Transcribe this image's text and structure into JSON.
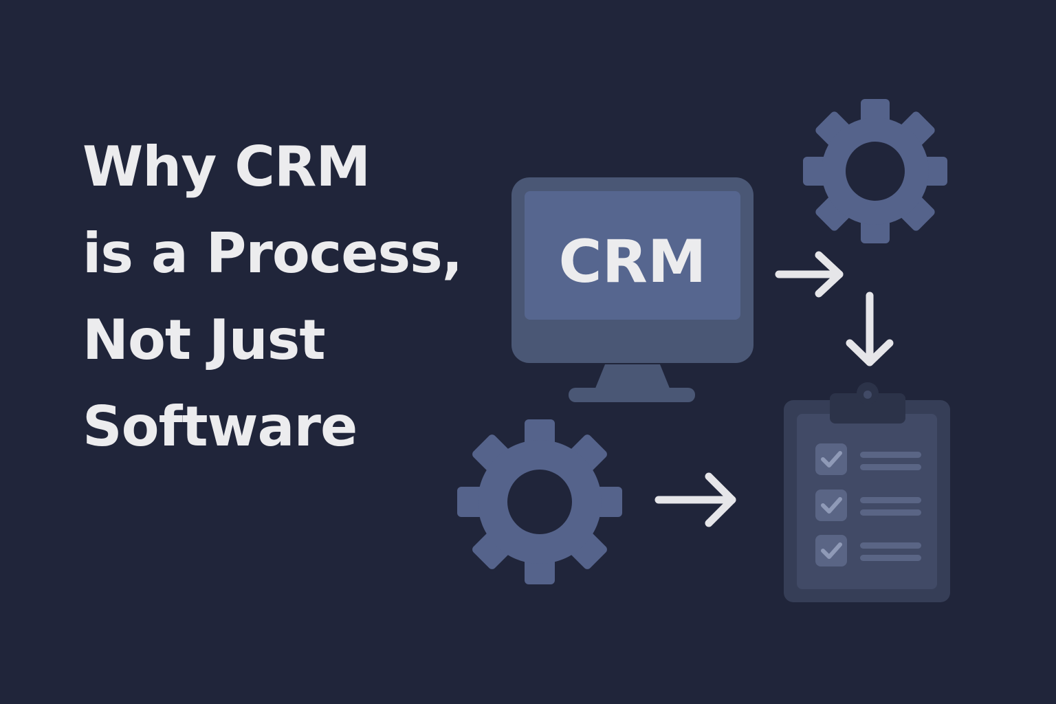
{
  "headline": {
    "line1": "Why CRM",
    "line2": "is a Process,",
    "line3": "Not Just",
    "line4": "Software"
  },
  "monitor": {
    "screen_text": "CRM"
  },
  "icons": {
    "monitor": "monitor-icon",
    "gear_top": "gear-icon",
    "gear_bottom": "gear-icon",
    "clipboard": "clipboard-checklist-icon",
    "arrow": "arrow-icon"
  },
  "colors": {
    "background": "#20253a",
    "text": "#ececee",
    "monitor_frame": "#4a5775",
    "monitor_screen": "#56668f",
    "gear": "#55638b",
    "clipboard": "#363e57",
    "arrow": "#e6e6e9"
  }
}
